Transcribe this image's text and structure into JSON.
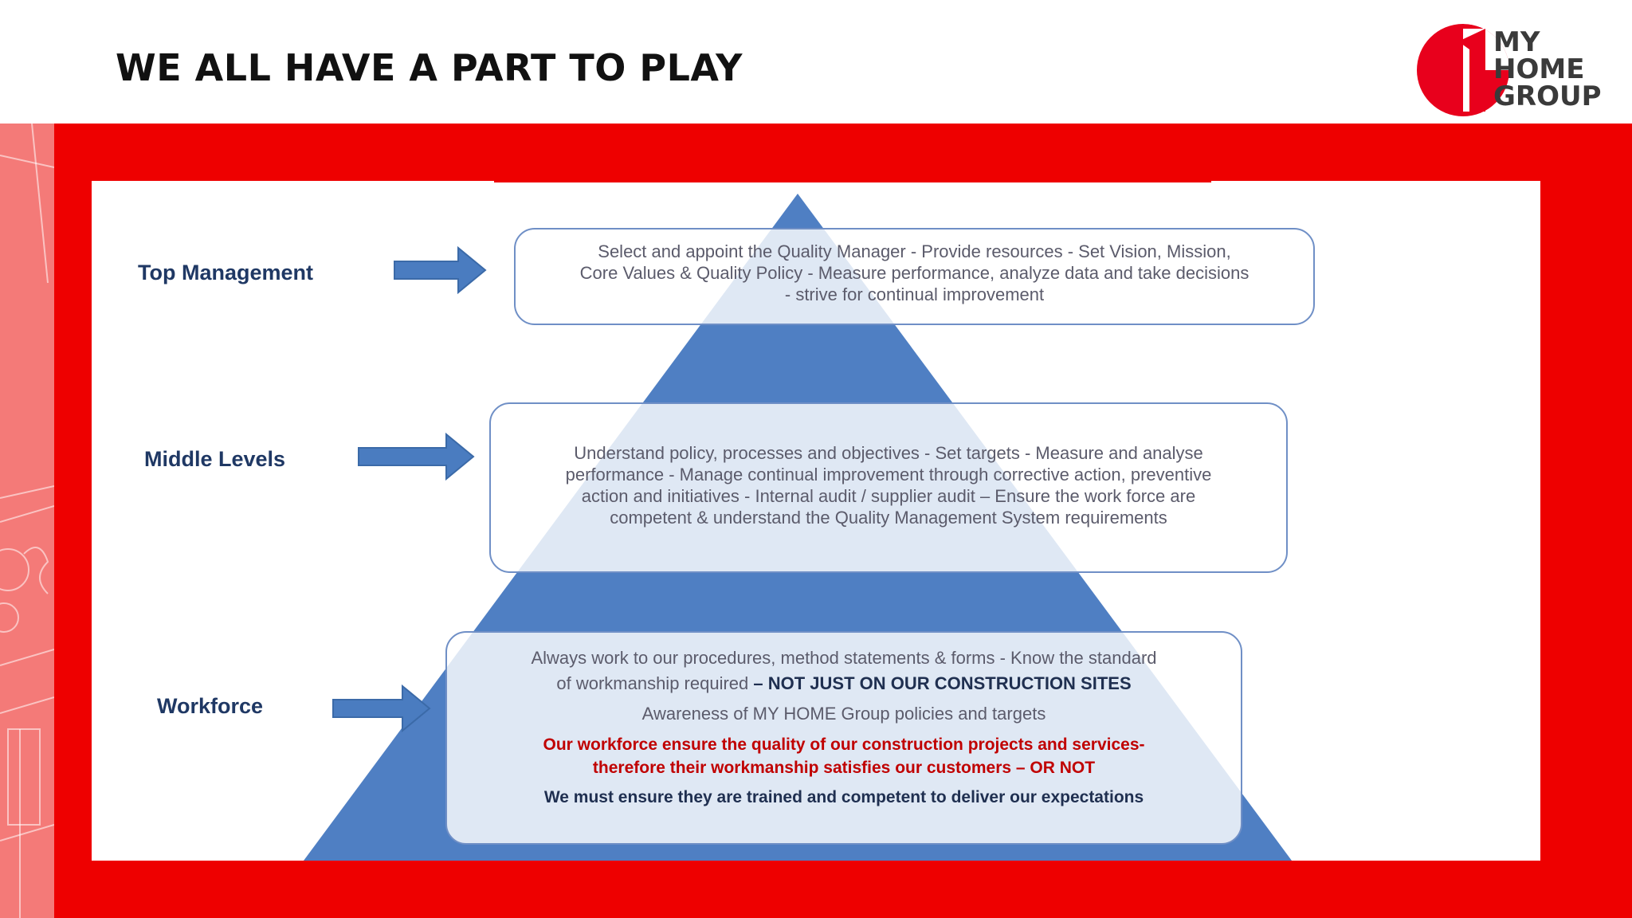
{
  "slide": {
    "title": "WE ALL HAVE A PART TO PLAY"
  },
  "logo": {
    "line1": "MY",
    "line2": "HOME",
    "line3": "GROUP",
    "colors": {
      "red": "#e8001c",
      "text": "#3a3a3a"
    }
  },
  "pyramid": {
    "levels": [
      {
        "label": "Top Management",
        "lines": [
          "Select and appoint the Quality Manager  -  Provide resources  -  Set Vision, Mission,",
          "Core Values & Quality Policy  -  Measure performance, analyze data and take decisions",
          "-  strive for continual improvement"
        ]
      },
      {
        "label": "Middle Levels",
        "lines": [
          "Understand policy, processes and objectives  -  Set targets  -  Measure and analyse",
          "performance  -  Manage continual improvement through corrective action, preventive",
          "action and initiatives  -  Internal audit / supplier audit – Ensure the work force are",
          "competent & understand the Quality Management System requirements"
        ]
      },
      {
        "label": "Workforce",
        "line1": "Always work to our  procedures, method statements & forms  -  Know the standard",
        "line2_normal": "of workmanship required ",
        "line2_bold": "– NOT JUST ON OUR CONSTRUCTION SITES",
        "line3": "Awareness of MY HOME Group policies and targets",
        "red_line1": "Our workforce ensure the quality of our construction projects and services-",
        "red_line2": "therefore their workmanship satisfies our customers – OR NOT",
        "final_line": "We must ensure they are trained and competent to deliver our expectations"
      }
    ],
    "colors": {
      "pyramid": "#4f7fc3",
      "arrow": "#4a7cc0",
      "box_border": "#6f8fc6",
      "label": "#1f3864",
      "highlight_red": "#c00000"
    }
  }
}
